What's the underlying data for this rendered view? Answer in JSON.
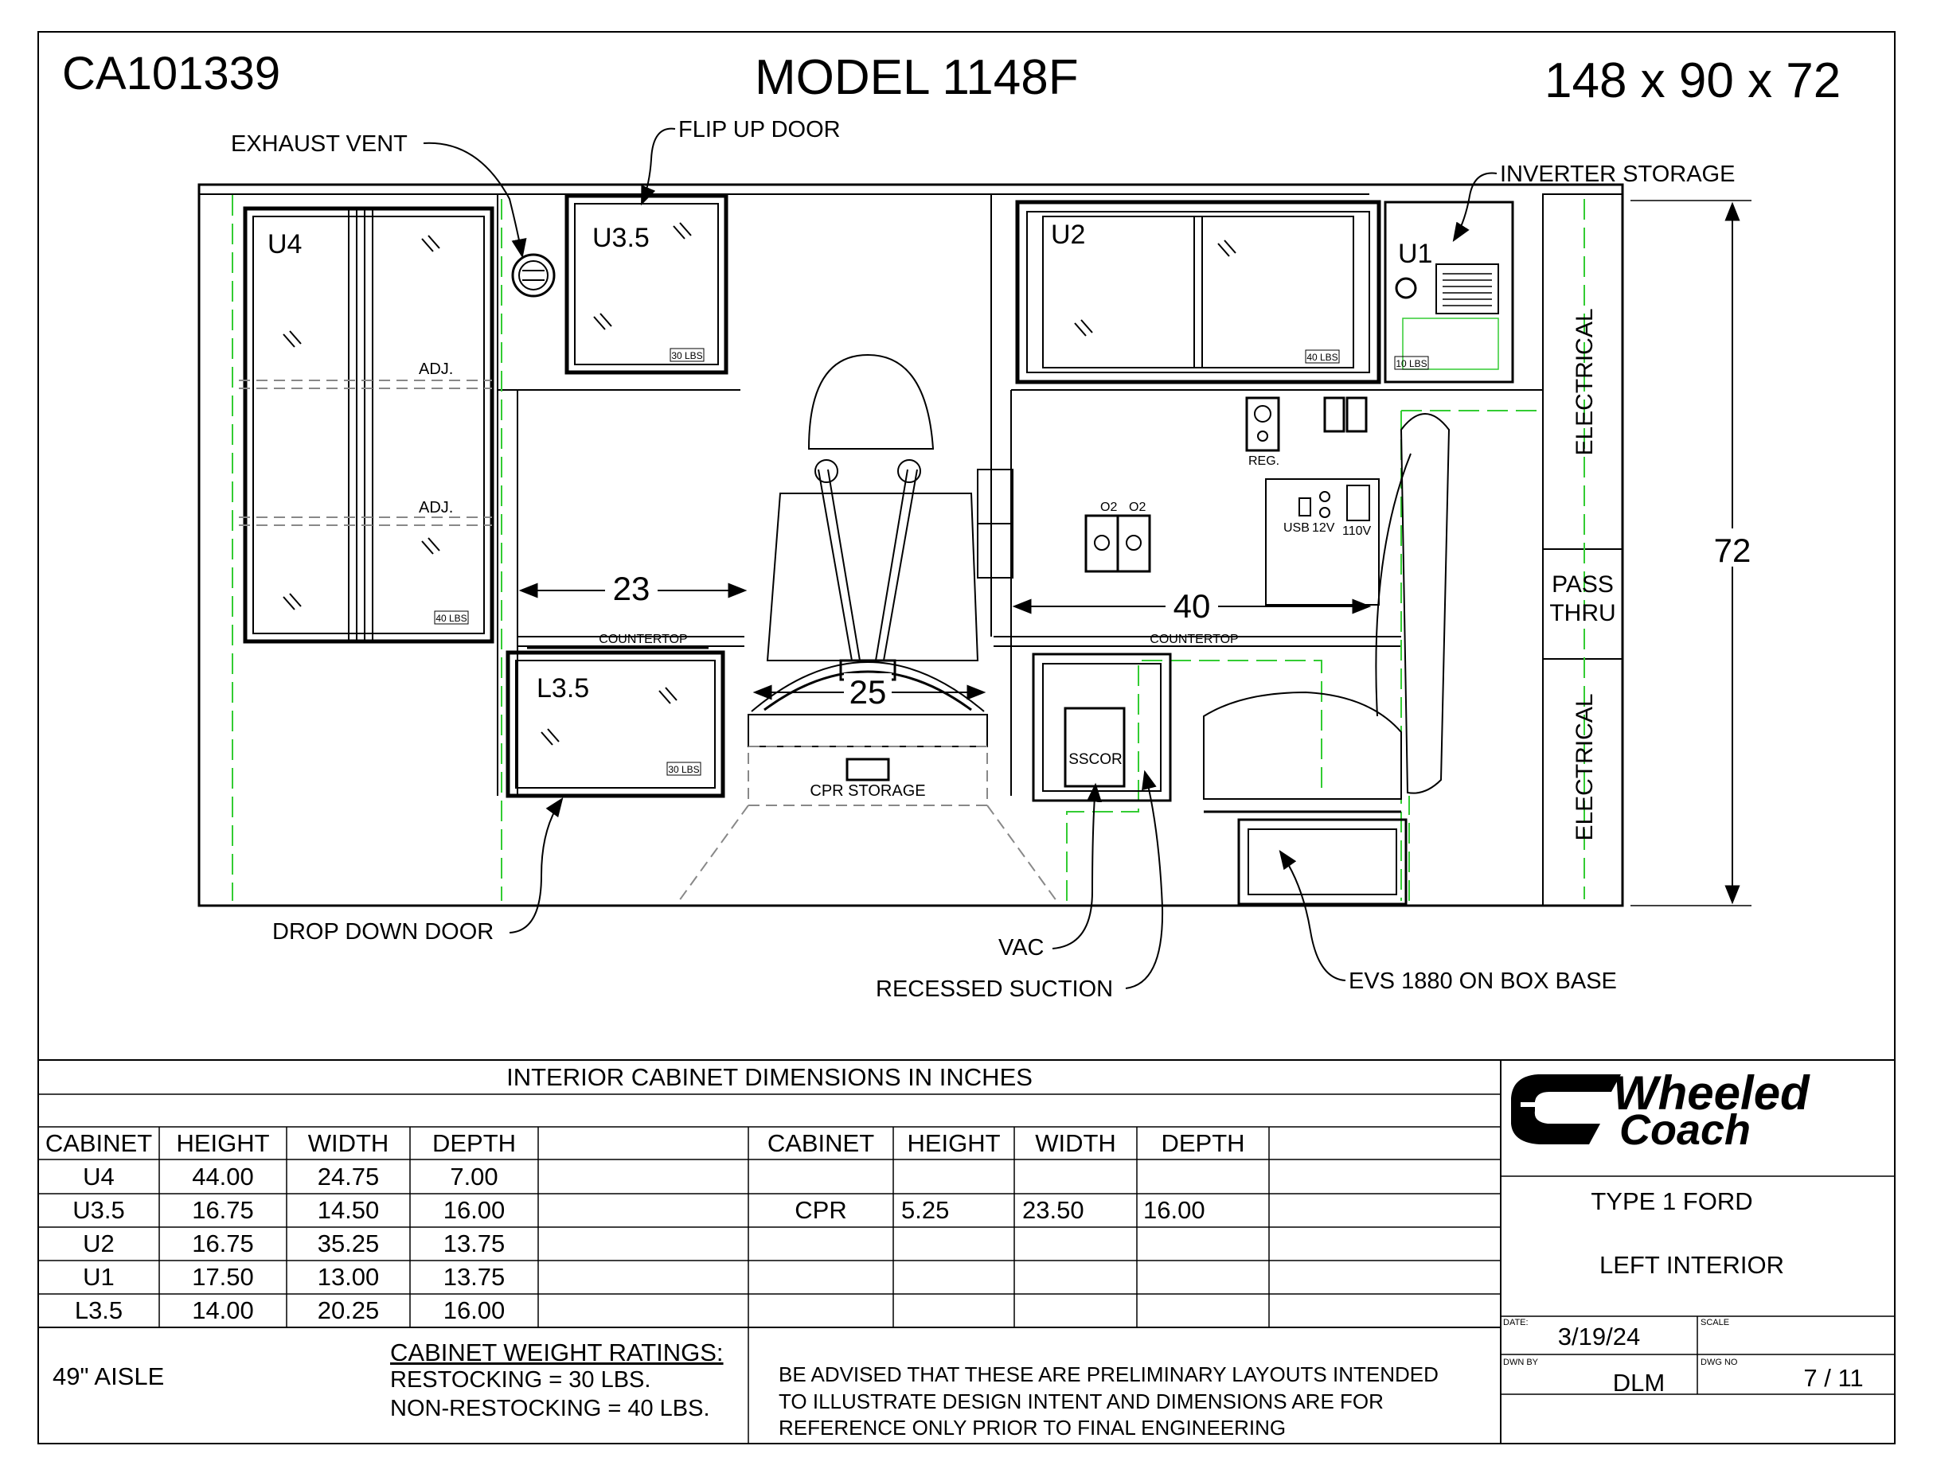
{
  "header": {
    "drawing_id": "CA101339",
    "model": "MODEL 1148F",
    "dimensions": "148 x 90 x 72"
  },
  "callouts": {
    "exhaust_vent": "EXHAUST VENT",
    "flip_up_door": "FLIP UP DOOR",
    "inverter_storage": "INVERTER STORAGE",
    "drop_down_door": "DROP DOWN DOOR",
    "vac": "VAC",
    "recessed_suction": "RECESSED SUCTION",
    "evs": "EVS 1880 ON BOX BASE"
  },
  "cabinets_labels": {
    "u4": "U4",
    "u35": "U3.5",
    "u2": "U2",
    "u1": "U1",
    "l35": "L3.5",
    "adj": "ADJ.",
    "lbs30": "30 LBS",
    "lbs40": "40 LBS",
    "lbs10": "10 LBS"
  },
  "drawing_labels": {
    "countertop": "COUNTERTOP",
    "cpr_storage": "CPR STORAGE",
    "sscor": "SSCOR",
    "reg": "REG.",
    "o2": "O2",
    "usb": "USB",
    "v12": "12V",
    "v110": "110V",
    "electrical": "ELECTRICAL",
    "pass": "PASS",
    "thru": "THRU",
    "dim_23": "23",
    "dim_25": "25",
    "dim_40": "40",
    "dim_72": "72"
  },
  "table": {
    "title": "INTERIOR CABINET DIMENSIONS IN INCHES",
    "columns": [
      "CABINET",
      "HEIGHT",
      "WIDTH",
      "DEPTH"
    ],
    "left_rows": [
      [
        "U4",
        "44.00",
        "24.75",
        "7.00"
      ],
      [
        "U3.5",
        "16.75",
        "14.50",
        "16.00"
      ],
      [
        "U2",
        "16.75",
        "35.25",
        "13.75"
      ],
      [
        "U1",
        "17.50",
        "13.00",
        "13.75"
      ],
      [
        "L3.5",
        "14.00",
        "20.25",
        "16.00"
      ]
    ],
    "right_rows": [
      [
        "",
        "",
        "",
        ""
      ],
      [
        "CPR",
        "5.25",
        "23.50",
        "16.00"
      ],
      [
        "",
        "",
        "",
        ""
      ],
      [
        "",
        "",
        "",
        ""
      ],
      [
        "",
        "",
        "",
        ""
      ]
    ]
  },
  "notes": {
    "aisle": "49\" AISLE",
    "weight_title": "CABINET WEIGHT RATINGS:",
    "restocking": "RESTOCKING = 30 LBS.",
    "non_restocking": "NON-RESTOCKING = 40 LBS.",
    "advisory_1": "BE ADVISED THAT THESE ARE PRELIMINARY LAYOUTS INTENDED",
    "advisory_2": "TO ILLUSTRATE DESIGN INTENT AND DIMENSIONS  ARE FOR",
    "advisory_3": "REFERENCE ONLY PRIOR TO FINAL ENGINEERING"
  },
  "title_block": {
    "logo_line1": "Wheeled",
    "logo_line2": "Coach",
    "vehicle": "TYPE 1 FORD",
    "view": "LEFT INTERIOR",
    "date_label": "DATE:",
    "date": "3/19/24",
    "scale_label": "SCALE",
    "scale": "",
    "drawn_by_label": "DWN BY",
    "drawn_by": "DLM",
    "dwg_no_label": "DWG NO",
    "dwg_no": "7 / 11"
  }
}
